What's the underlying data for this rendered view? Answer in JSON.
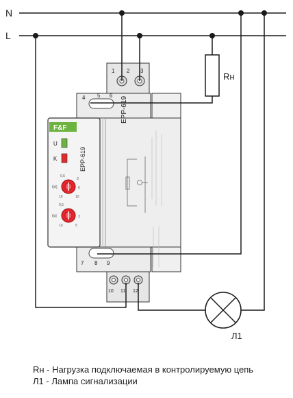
{
  "labels": {
    "bus_n": "N",
    "bus_l": "L",
    "load": "Rн",
    "lamp": "Л1"
  },
  "device": {
    "model": "EPP-619",
    "brand": "F&F",
    "indicator_u": "U",
    "indicator_k": "K",
    "knob1_label": "I[A]",
    "knob1_scale": [
      "0,6",
      "3",
      "6",
      "10",
      "16"
    ],
    "knob2_label": "t[s]",
    "knob2_scale": [
      "0,5",
      "3",
      "5",
      "10"
    ],
    "terminals_top": [
      "1",
      "2",
      "3"
    ],
    "terminals_upper": [
      "4",
      "5",
      "6"
    ],
    "terminals_lower": [
      "7",
      "8",
      "9"
    ],
    "terminals_bottom": [
      "10",
      "11",
      "12"
    ]
  },
  "legend": {
    "line1": "Rн - Нагрузка подключаемая в контролируемую цепь",
    "line2": "Л1 - Лампа сигнализации"
  },
  "colors": {
    "green": "#6db33f",
    "red": "#e02b2b",
    "knob": "#e8242c",
    "housing": "#ececec",
    "wire": "#1a1a1a"
  }
}
